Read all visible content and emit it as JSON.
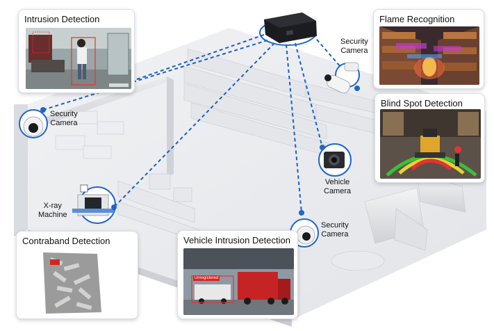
{
  "cards": {
    "intrusion": {
      "title": "Intrusion Detection"
    },
    "flame": {
      "title": "Flame Recognition"
    },
    "blind_spot": {
      "title": "Blind Spot Detection"
    },
    "contraband": {
      "title": "Contraband Detection"
    },
    "vehicle_intrusion": {
      "title": "Vehicle Intrusion Detection",
      "tag": "Unregistered"
    }
  },
  "devices": {
    "camera_top_right": {
      "line1": "Security",
      "line2": "Camera"
    },
    "camera_left": {
      "line1": "Security",
      "line2": "Camera"
    },
    "vehicle_camera": {
      "line1": "Vehicle",
      "line2": "Camera"
    },
    "xray": {
      "line1": "X-ray",
      "line2": "Machine"
    },
    "camera_bottom": {
      "line1": "Security",
      "line2": "Camera"
    }
  },
  "colors": {
    "link_line": "#1b5fc1",
    "ring": "#1f66c9",
    "detection_red": "#e53232",
    "safe_green": "#3bbf3b",
    "warn_yellow": "#e6d23a"
  }
}
